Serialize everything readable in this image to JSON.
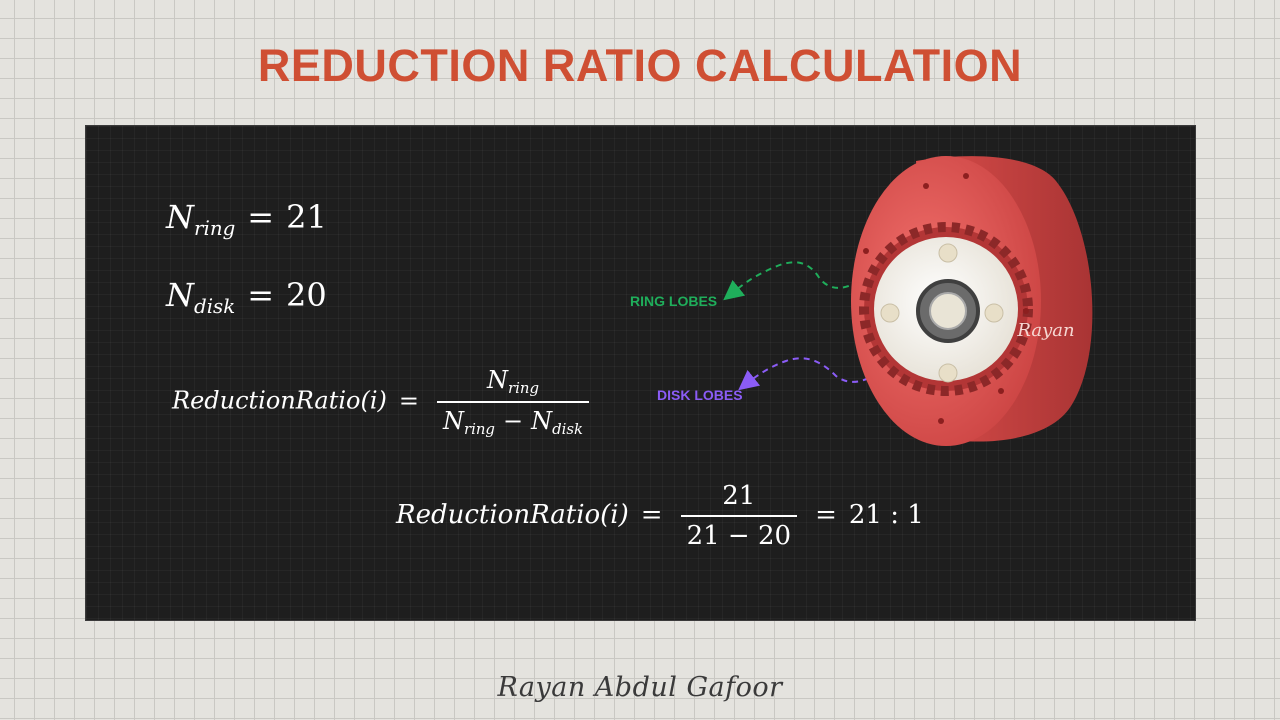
{
  "title": "REDUCTION RATIO CALCULATION",
  "equations": {
    "n_ring": {
      "symbol": "N",
      "subscript": "ring",
      "equals": "=",
      "value": "21"
    },
    "n_disk": {
      "symbol": "N",
      "subscript": "disk",
      "equals": "=",
      "value": "20"
    },
    "formula": {
      "lhs": "ReductionRatio(i)",
      "equals": "=",
      "numerator": {
        "symbol": "N",
        "subscript": "ring"
      },
      "denominator": {
        "symbol_a": "N",
        "subscript_a": "ring",
        "operator": "−",
        "symbol_b": "N",
        "subscript_b": "disk"
      }
    },
    "result": {
      "lhs": "ReductionRatio(i)",
      "equals": "=",
      "numerator": "21",
      "denominator": "21 − 20",
      "equals2": "=",
      "ratio": "21 : 1"
    }
  },
  "callouts": {
    "ring_lobes": {
      "label": "RING LOBES",
      "color": "#1fae5b"
    },
    "disk_lobes": {
      "label": "DISK LOBES",
      "color": "#8b5cf6"
    }
  },
  "image_watermark": "Rayan",
  "signature": "Rayan Abdul Gafoor",
  "colors": {
    "title": "#cf4f33",
    "board": "#1e1e1e",
    "housing": "#e05a5a",
    "disk": "#f4f1e8"
  }
}
